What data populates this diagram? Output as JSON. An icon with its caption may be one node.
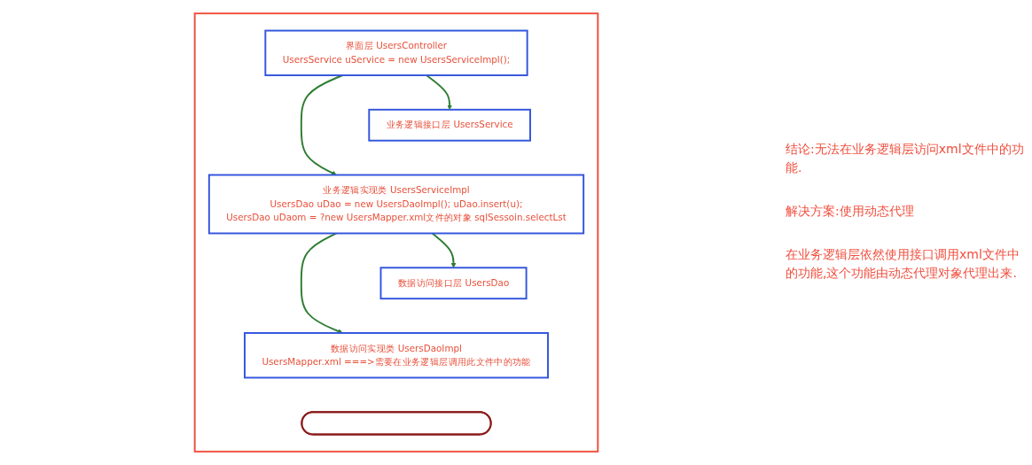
{
  "diagram": {
    "nodes": [
      {
        "text": [],
        "shape": "box"
      },
      {
        "text": [
          "界面层 UsersController",
          "UsersService uService = new UsersServiceImpl();"
        ],
        "in": 0
      },
      {
        "text": [
          "业务逻辑接口层 UsersService"
        ],
        "in": 0
      },
      {
        "text": [
          "业务逻辑实现类 UsersServiceImpl",
          "UsersDao uDao = new UsersDaoImpl(); uDao.insert(u);",
          "UsersDao uDaom = ?new UsersMapper.xml文件的对象 sqlSessoin.selectLst"
        ],
        "in": 0
      },
      {
        "text": [
          "数据访问接口层 UsersDao"
        ],
        "in": 0
      },
      {
        "text": [
          "数据访问实现类 UsersDaoImpl",
          "UsersMapper.xml ===>需要在业务逻辑层调用此文件中的功能"
        ],
        "in": 0
      },
      {
        "text": [],
        "shape": "ellipse",
        "in": 0
      }
    ],
    "edges": [
      {
        "from": 1,
        "to": 2,
        "arrow": "to"
      },
      {
        "from": 1,
        "to": 3,
        "arrow": "to"
      },
      {
        "from": 3,
        "to": 4,
        "arrow": "to"
      },
      {
        "from": 3,
        "to": 5,
        "arrow": "to"
      }
    ],
    "labels": [
      "结论:无法在业务逻辑层访问xml文件中的功能.",
      "解决方案:使用动态代理",
      "在业务逻辑层依然使用接口调用xml文件中的功能,这个功能由动态代理对象代理出来."
    ]
  }
}
